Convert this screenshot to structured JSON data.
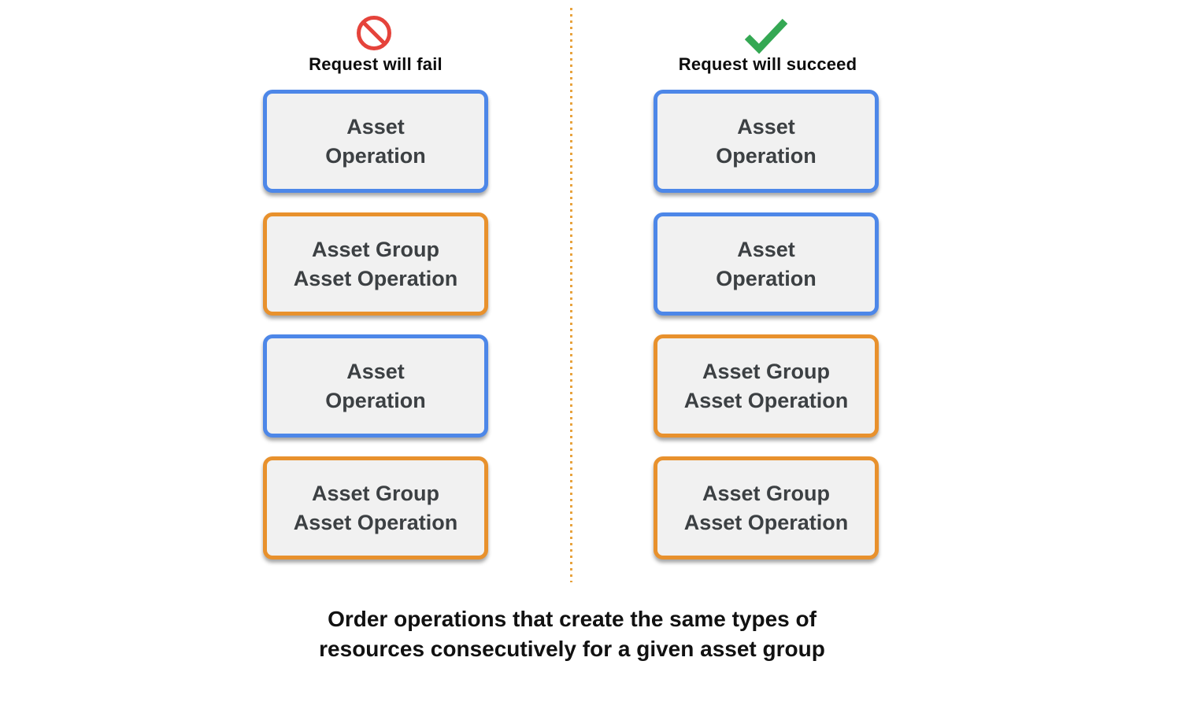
{
  "columns": [
    {
      "id": "fail",
      "title": "Request will fail",
      "icon": "prohibited-icon",
      "boxes": [
        {
          "type": "asset",
          "lines": [
            "Asset",
            "Operation"
          ]
        },
        {
          "type": "asset_group",
          "lines": [
            "Asset Group",
            "Asset Operation"
          ]
        },
        {
          "type": "asset",
          "lines": [
            "Asset",
            "Operation"
          ]
        },
        {
          "type": "asset_group",
          "lines": [
            "Asset Group",
            "Asset Operation"
          ]
        }
      ]
    },
    {
      "id": "succeed",
      "title": "Request will succeed",
      "icon": "check-icon",
      "boxes": [
        {
          "type": "asset",
          "lines": [
            "Asset",
            "Operation"
          ]
        },
        {
          "type": "asset",
          "lines": [
            "Asset",
            "Operation"
          ]
        },
        {
          "type": "asset_group",
          "lines": [
            "Asset Group",
            "Asset Operation"
          ]
        },
        {
          "type": "asset_group",
          "lines": [
            "Asset Group",
            "Asset Operation"
          ]
        }
      ]
    }
  ],
  "caption": {
    "line1": "Order operations that create the same types of",
    "line2": "resources consecutively for a given asset group"
  },
  "colors": {
    "asset_border": "#4d87e8",
    "asset_group_border": "#e8912d",
    "box_fill": "#f1f1f1",
    "box_text": "#3c4043",
    "fail_icon_red": "#e5433b",
    "success_icon_green": "#34a853",
    "divider_orange": "#e8a33e",
    "heading_text": "#0c0c0c"
  }
}
